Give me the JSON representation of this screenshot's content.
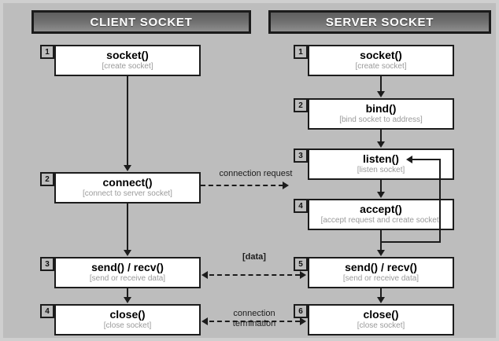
{
  "columns": {
    "client": {
      "header": "CLIENT SOCKET"
    },
    "server": {
      "header": "SERVER SOCKET"
    }
  },
  "client_steps": [
    {
      "num": "1",
      "title": "socket()",
      "subtitle": "[create socket]"
    },
    {
      "num": "2",
      "title": "connect()",
      "subtitle": "[connect to server socket]"
    },
    {
      "num": "3",
      "title": "send() / recv()",
      "subtitle": "[send or receive data]"
    },
    {
      "num": "4",
      "title": "close()",
      "subtitle": "[close socket]"
    }
  ],
  "server_steps": [
    {
      "num": "1",
      "title": "socket()",
      "subtitle": "[create socket]"
    },
    {
      "num": "2",
      "title": "bind()",
      "subtitle": "[bind socket to address]"
    },
    {
      "num": "3",
      "title": "listen()",
      "subtitle": "[listen socket]"
    },
    {
      "num": "4",
      "title": "accept()",
      "subtitle": "[accept request and create socket]"
    },
    {
      "num": "5",
      "title": "send() / recv()",
      "subtitle": "[send or receive data]"
    },
    {
      "num": "6",
      "title": "close()",
      "subtitle": "[close socket]"
    }
  ],
  "edges": {
    "connection_request": "connection request",
    "data": "[data]",
    "connection_termination": "connection\ntermination"
  },
  "colors": {
    "background": "#bdbdbd",
    "frame": "#cfcfcf",
    "header_dark": "#5e5e5e",
    "header_light": "#8e8e8e",
    "header_text": "#ffffff",
    "box_fill": "#ffffff",
    "box_border": "#1c1c1c",
    "subtitle_text": "#9a9a9a",
    "connector": "#1c1c1c"
  }
}
